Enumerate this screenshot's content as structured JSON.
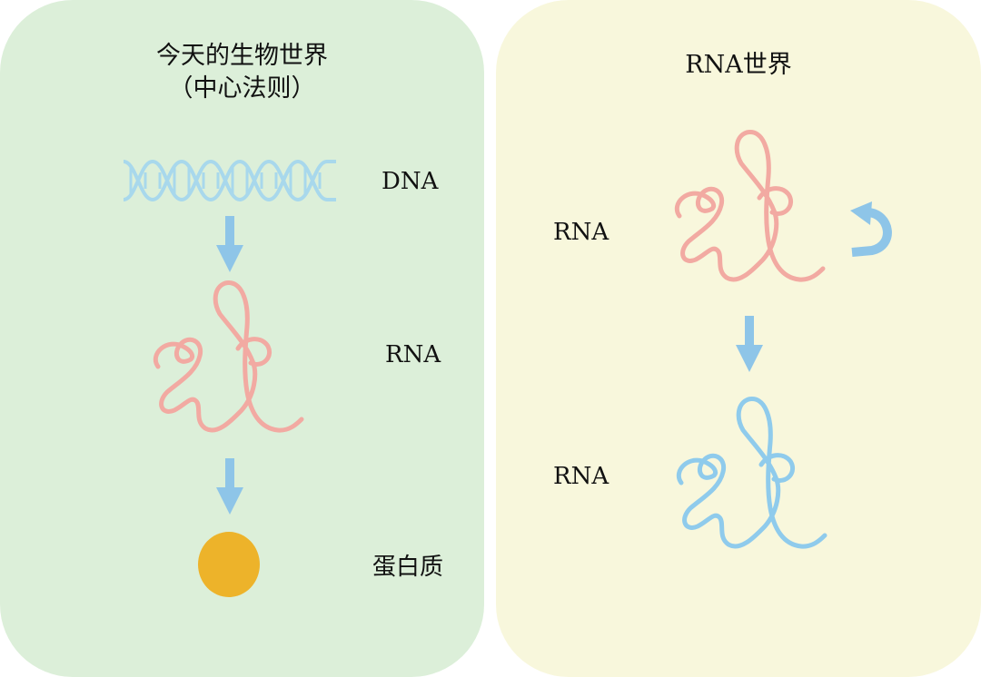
{
  "left_panel": {
    "title": "今天的生物世界",
    "subtitle": "（中心法则）",
    "labels": {
      "dna": "DNA",
      "rna": "RNA",
      "protein": "蛋白质"
    }
  },
  "right_panel": {
    "title": "RNA世界",
    "labels": {
      "rna_top": "RNA",
      "rna_bottom": "RNA"
    }
  },
  "colors": {
    "left_panel_bg": "#dcefd9",
    "right_panel_bg": "#f8f7dc",
    "dna": "#a8d8ec",
    "rna_pink": "#f2aaa2",
    "rna_blue": "#8fcbec",
    "arrow": "#8ec5e8",
    "protein": "#edb32a"
  }
}
